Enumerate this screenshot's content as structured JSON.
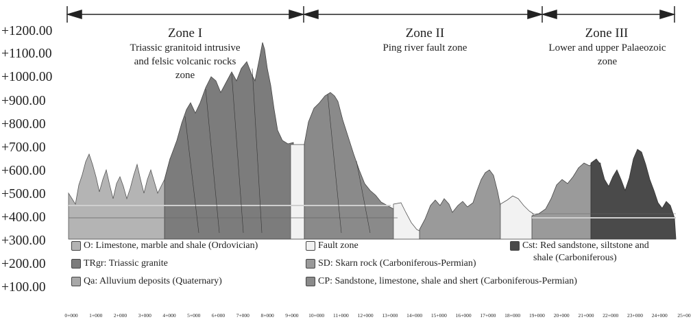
{
  "y_axis": {
    "ticks": [
      "+1200.00",
      "+1100.00",
      "+1000.00",
      "+900.00",
      "+800.00",
      "+700.00",
      "+600.00",
      "+500.00",
      "+400.00",
      "+300.00",
      "+200.00",
      "+100.00"
    ]
  },
  "x_axis": {
    "ticks": [
      "0+000",
      "1+000",
      "2+000",
      "3+000",
      "4+000",
      "5+000",
      "6+000",
      "7+000",
      "8+000",
      "9+000",
      "10+000",
      "11+000",
      "12+000",
      "13+000",
      "14+000",
      "15+000",
      "16+000",
      "17+000",
      "18+000",
      "19+000",
      "20+000",
      "21+000",
      "22+000",
      "23+000",
      "24+000",
      "25+00"
    ]
  },
  "zones": {
    "zone1": {
      "title": "Zone I",
      "sub1": "Triassic granitoid intrusive",
      "sub2": "and felsic volcanic rocks",
      "sub3": "zone"
    },
    "zone2": {
      "title": "Zone II",
      "sub1": "Ping river fault zone"
    },
    "zone3": {
      "title": "Zone III",
      "sub1": "Lower and upper Palaeozoic",
      "sub2": "zone"
    }
  },
  "legend": {
    "o": "O: Limestone, marble and shale (Ordovician)",
    "trgr": "TRgr: Triassic granite",
    "qa": "Qa: Alluvium deposits (Quaternary)",
    "fault": "Fault zone",
    "sd": "SD: Skarn rock (Carboniferous-Permian)",
    "cp": "CP: Sandstone, limestone, shale and shert (Carboniferous-Permian)",
    "cst1": "Cst: Red sandstone, siltstone and",
    "cst2": "shale (Carboniferous)"
  },
  "colors": {
    "o": "#b4b4b4",
    "trgr": "#7c7c7c",
    "qa": "#a8a8a8",
    "fault": "#f2f2f2",
    "sd": "#9a9a9a",
    "cp": "#8a8a8a",
    "cst": "#4a4a4a"
  }
}
